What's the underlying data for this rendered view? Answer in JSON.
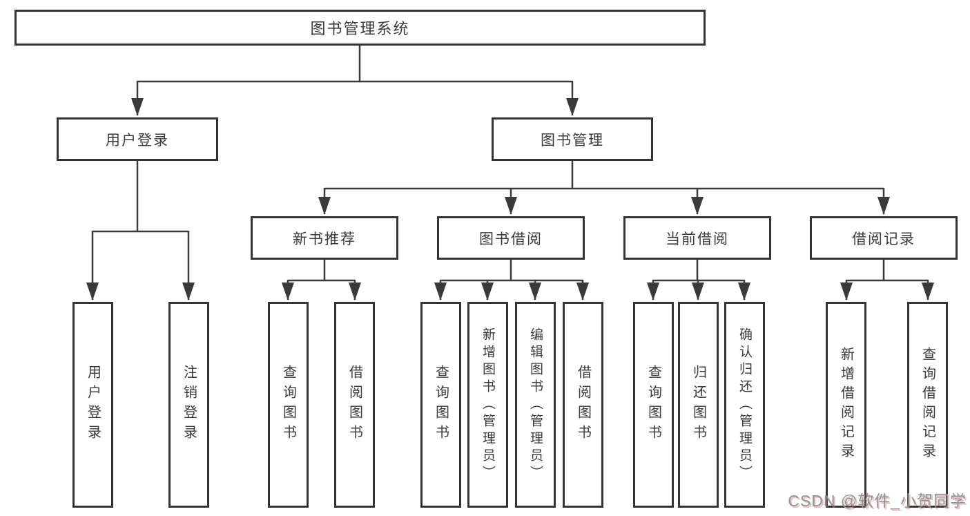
{
  "meta": {
    "line_color": "#3a3a3a",
    "box_border_color": "#333333",
    "box_fill_color": "#ffffff",
    "watermark_color": "#929292"
  },
  "diagram": {
    "root": {
      "label": "图书管理系统"
    },
    "branches": [
      {
        "label": "用户登录",
        "children": [
          {
            "label": "用户登录"
          },
          {
            "label": "注销登录"
          }
        ]
      },
      {
        "label": "图书管理",
        "children": [
          {
            "label": "新书推荐",
            "children": [
              {
                "label": "查询图书"
              },
              {
                "label": "借阅图书"
              }
            ]
          },
          {
            "label": "图书借阅",
            "children": [
              {
                "label": "查询图书"
              },
              {
                "label": "新增图书（管理员）"
              },
              {
                "label": "编辑图书（管理员）"
              },
              {
                "label": "借阅图书"
              }
            ]
          },
          {
            "label": "当前借阅",
            "children": [
              {
                "label": "查询图书"
              },
              {
                "label": "归还图书"
              },
              {
                "label": "确认归还（管理员）"
              }
            ]
          },
          {
            "label": "借阅记录",
            "children": [
              {
                "label": "新增借阅记录"
              },
              {
                "label": "查询借阅记录"
              }
            ]
          }
        ]
      }
    ],
    "watermark": "CSDN @软件_小贺同学"
  }
}
